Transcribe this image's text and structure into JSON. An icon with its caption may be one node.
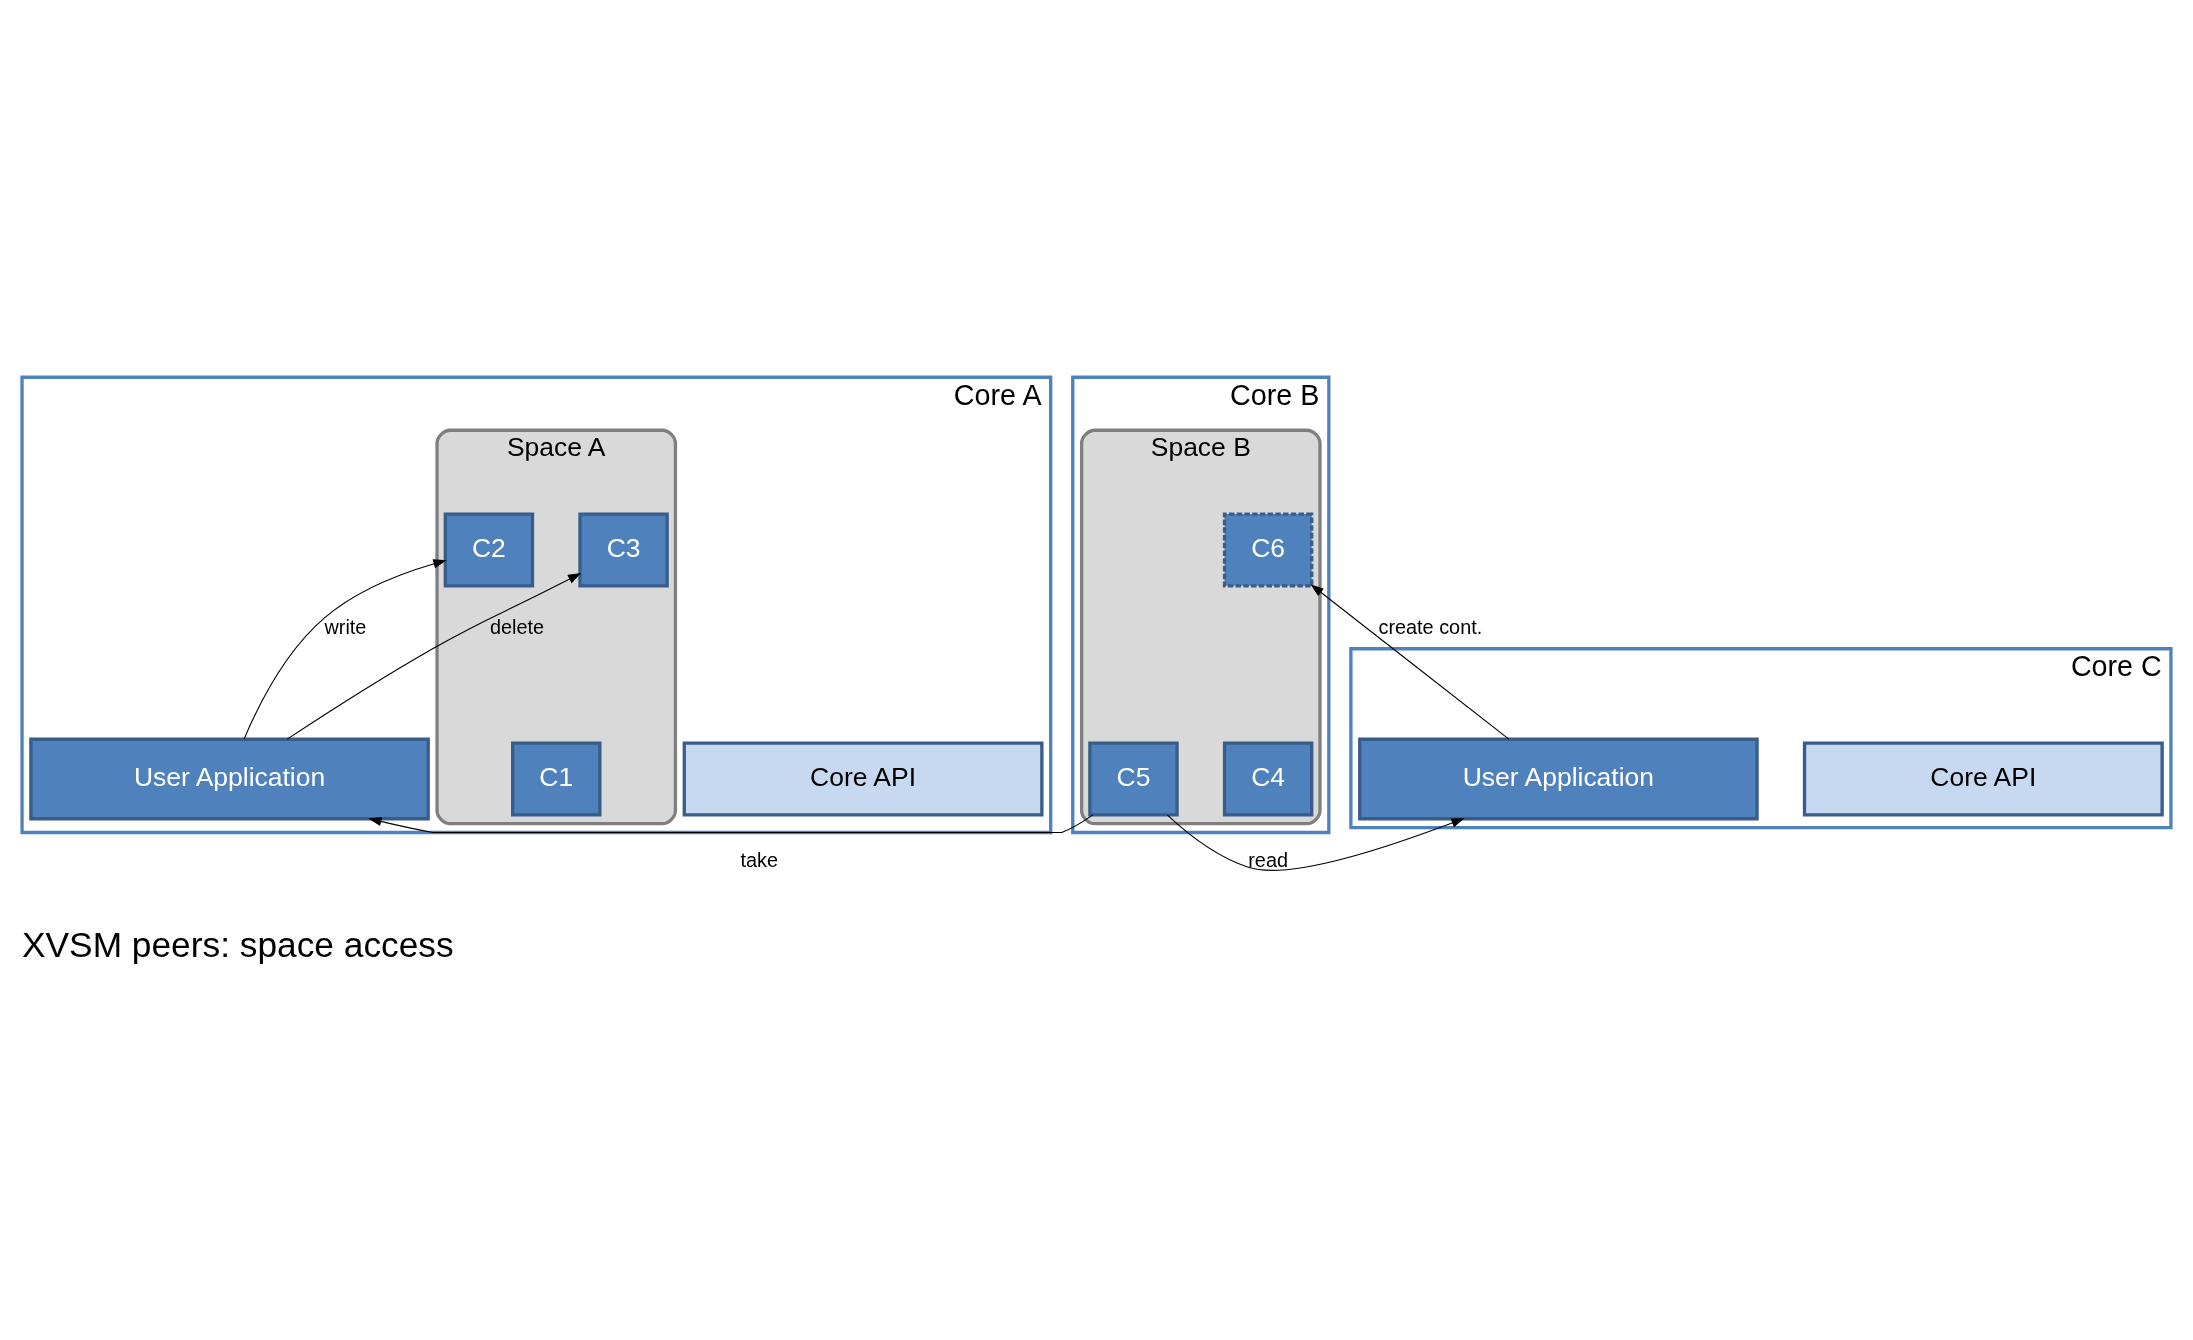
{
  "diagram": {
    "title": "XVSM peers: space access",
    "nodes": [
      {
        "text": [
          "Core A"
        ]
      },
      {
        "text": [
          "Space A"
        ],
        "in": 0
      },
      {
        "text": [
          "C1"
        ],
        "in": 1
      },
      {
        "text": [
          "C2"
        ],
        "in": 1
      },
      {
        "text": [
          "C3"
        ],
        "in": 1
      },
      {
        "text": [
          "Core API"
        ],
        "in": 0
      },
      {
        "text": [
          "User Application"
        ],
        "in": 0
      },
      {
        "text": [
          "Core B"
        ]
      },
      {
        "text": [
          "Space B"
        ],
        "in": 7
      },
      {
        "text": [
          "C4"
        ],
        "in": 8
      },
      {
        "text": [
          "C5"
        ],
        "in": 8
      },
      {
        "text": [
          "C6"
        ],
        "in": 8
      },
      {
        "text": [
          "Core C"
        ]
      },
      {
        "text": [
          "Core API"
        ],
        "in": 12
      },
      {
        "text": [
          "User Application"
        ],
        "in": 12
      }
    ],
    "edges": [
      {
        "from": 6,
        "to": 3,
        "arrow": "to",
        "label": "write"
      },
      {
        "from": 6,
        "to": 4,
        "arrow": "to",
        "label": "delete"
      },
      {
        "from": 10,
        "to": 6,
        "arrow": "to",
        "label": "take"
      },
      {
        "from": 10,
        "to": 14,
        "arrow": "to",
        "label": "read"
      },
      {
        "from": 14,
        "to": 11,
        "arrow": "to",
        "label": "create cont."
      }
    ]
  }
}
